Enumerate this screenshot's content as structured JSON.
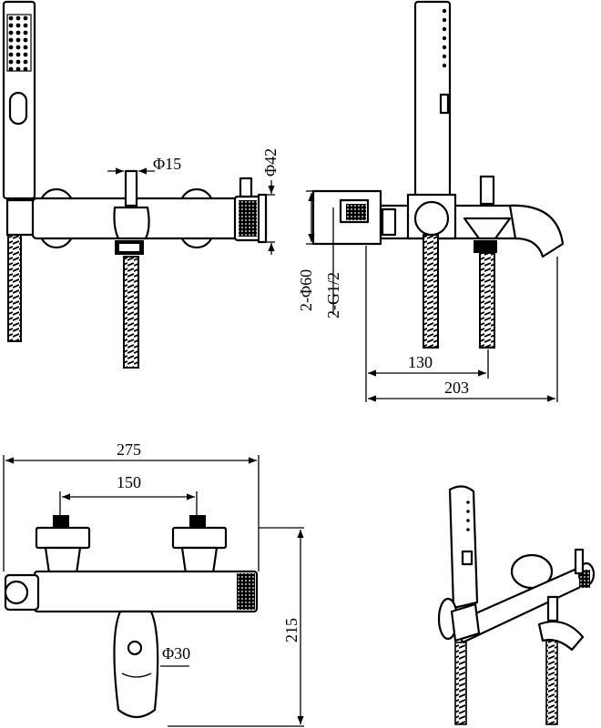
{
  "dimensions": {
    "d15": "Φ15",
    "d42": "Φ42",
    "d60": "2-Φ60",
    "g12": "2-G1/2",
    "d130": "130",
    "d203": "203",
    "d275": "275",
    "d150": "150",
    "d215": "215",
    "d30": "Φ30"
  },
  "colors": {
    "line": "#000000",
    "background": "#ffffff"
  }
}
